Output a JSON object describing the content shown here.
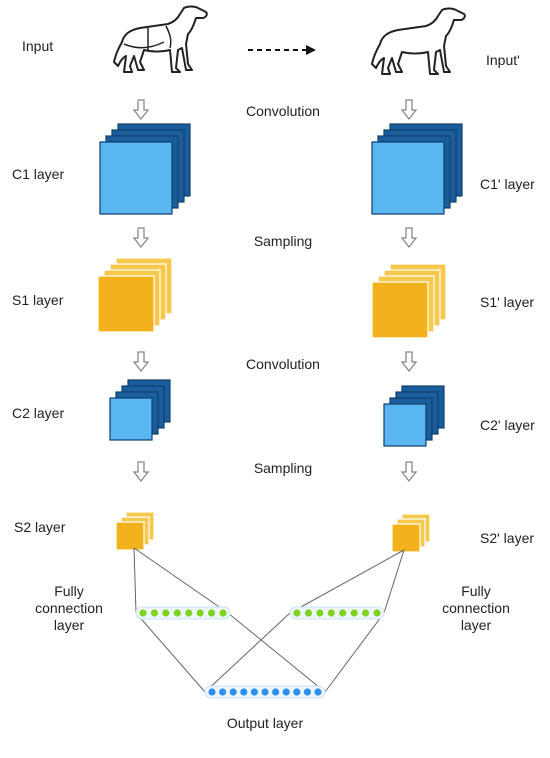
{
  "left": {
    "input": "Input",
    "c1": "C1 layer",
    "s1": "S1 layer",
    "c2": "C2 layer",
    "s2": "S2 layer",
    "fc": "Fully connection layer"
  },
  "right": {
    "input": "Input'",
    "c1": "C1' layer",
    "s1": "S1' layer",
    "c2": "C2' layer",
    "s2": "S2' layer",
    "fc": "Fully connection layer"
  },
  "ops": {
    "conv1": "Convolution",
    "samp1": "Sampling",
    "conv2": "Convolution",
    "samp2": "Sampling"
  },
  "output": "Output layer",
  "colors": {
    "conv_front": "#5ab6f0",
    "conv_back": "#1a5d9a",
    "conv_edge": "#0f3f6e",
    "samp_front": "#f3b21b",
    "samp_back": "#f6c84e",
    "samp_edge": "#ffffff",
    "fc_dot": "#7ed321",
    "out_dot": "#2f8ff0",
    "bar_fill": "#eef6fd",
    "line": "#666666",
    "arrow": "#888888"
  },
  "icons": {
    "input": "dog-outline-icon",
    "transform_arrow": "dashed-arrow-right-icon",
    "flow_arrow": "hollow-arrow-down-icon"
  }
}
